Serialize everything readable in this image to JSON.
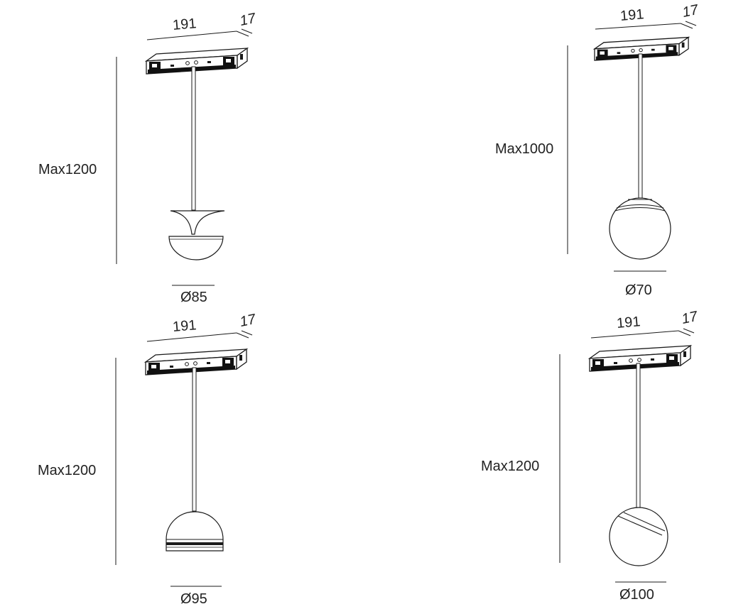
{
  "fixtures": [
    {
      "id": "tl",
      "width_label": "191",
      "depth_label": "17",
      "height_label": "Max1200",
      "diameter_label": "Ø85",
      "shade": "trumpet-dome"
    },
    {
      "id": "tr",
      "width_label": "191",
      "depth_label": "17",
      "height_label": "Max1000",
      "diameter_label": "Ø70",
      "shade": "sphere-band"
    },
    {
      "id": "bl",
      "width_label": "191",
      "depth_label": "17",
      "height_label": "Max1200",
      "diameter_label": "Ø95",
      "shade": "dome-stripes"
    },
    {
      "id": "br",
      "width_label": "191",
      "depth_label": "17",
      "height_label": "Max1200",
      "diameter_label": "Ø100",
      "shade": "sphere-diagonal"
    }
  ],
  "colors": {
    "line": "#1a1a1a",
    "fill": "#ffffff",
    "dark": "#111111"
  }
}
